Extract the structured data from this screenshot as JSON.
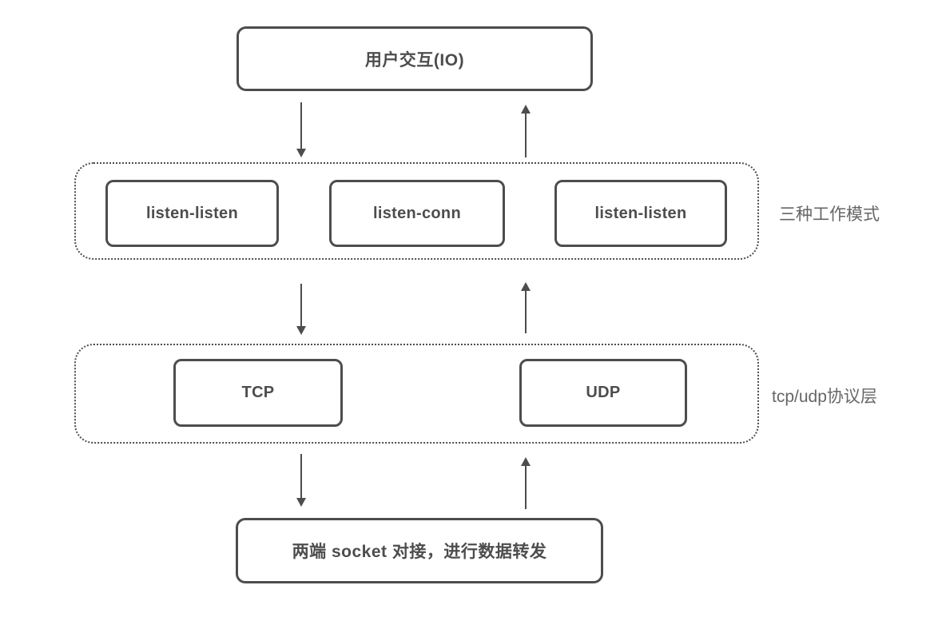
{
  "diagram": {
    "title": "socket relay architecture flow",
    "colors": {
      "stroke": "#4d4d4d",
      "box_text": "#4d4d4d",
      "side_label_text": "#666666",
      "background": "#ffffff"
    },
    "top_box": {
      "label": "用户交互(IO)"
    },
    "modes_layer": {
      "side_label": "三种工作模式",
      "boxes": [
        {
          "label": "listen-listen"
        },
        {
          "label": "listen-conn"
        },
        {
          "label": "listen-listen"
        }
      ]
    },
    "protocol_layer": {
      "side_label": "tcp/udp协议层",
      "boxes": [
        {
          "label": "TCP"
        },
        {
          "label": "UDP"
        }
      ]
    },
    "bottom_box": {
      "label": "两端 socket 对接，进行数据转发"
    }
  }
}
